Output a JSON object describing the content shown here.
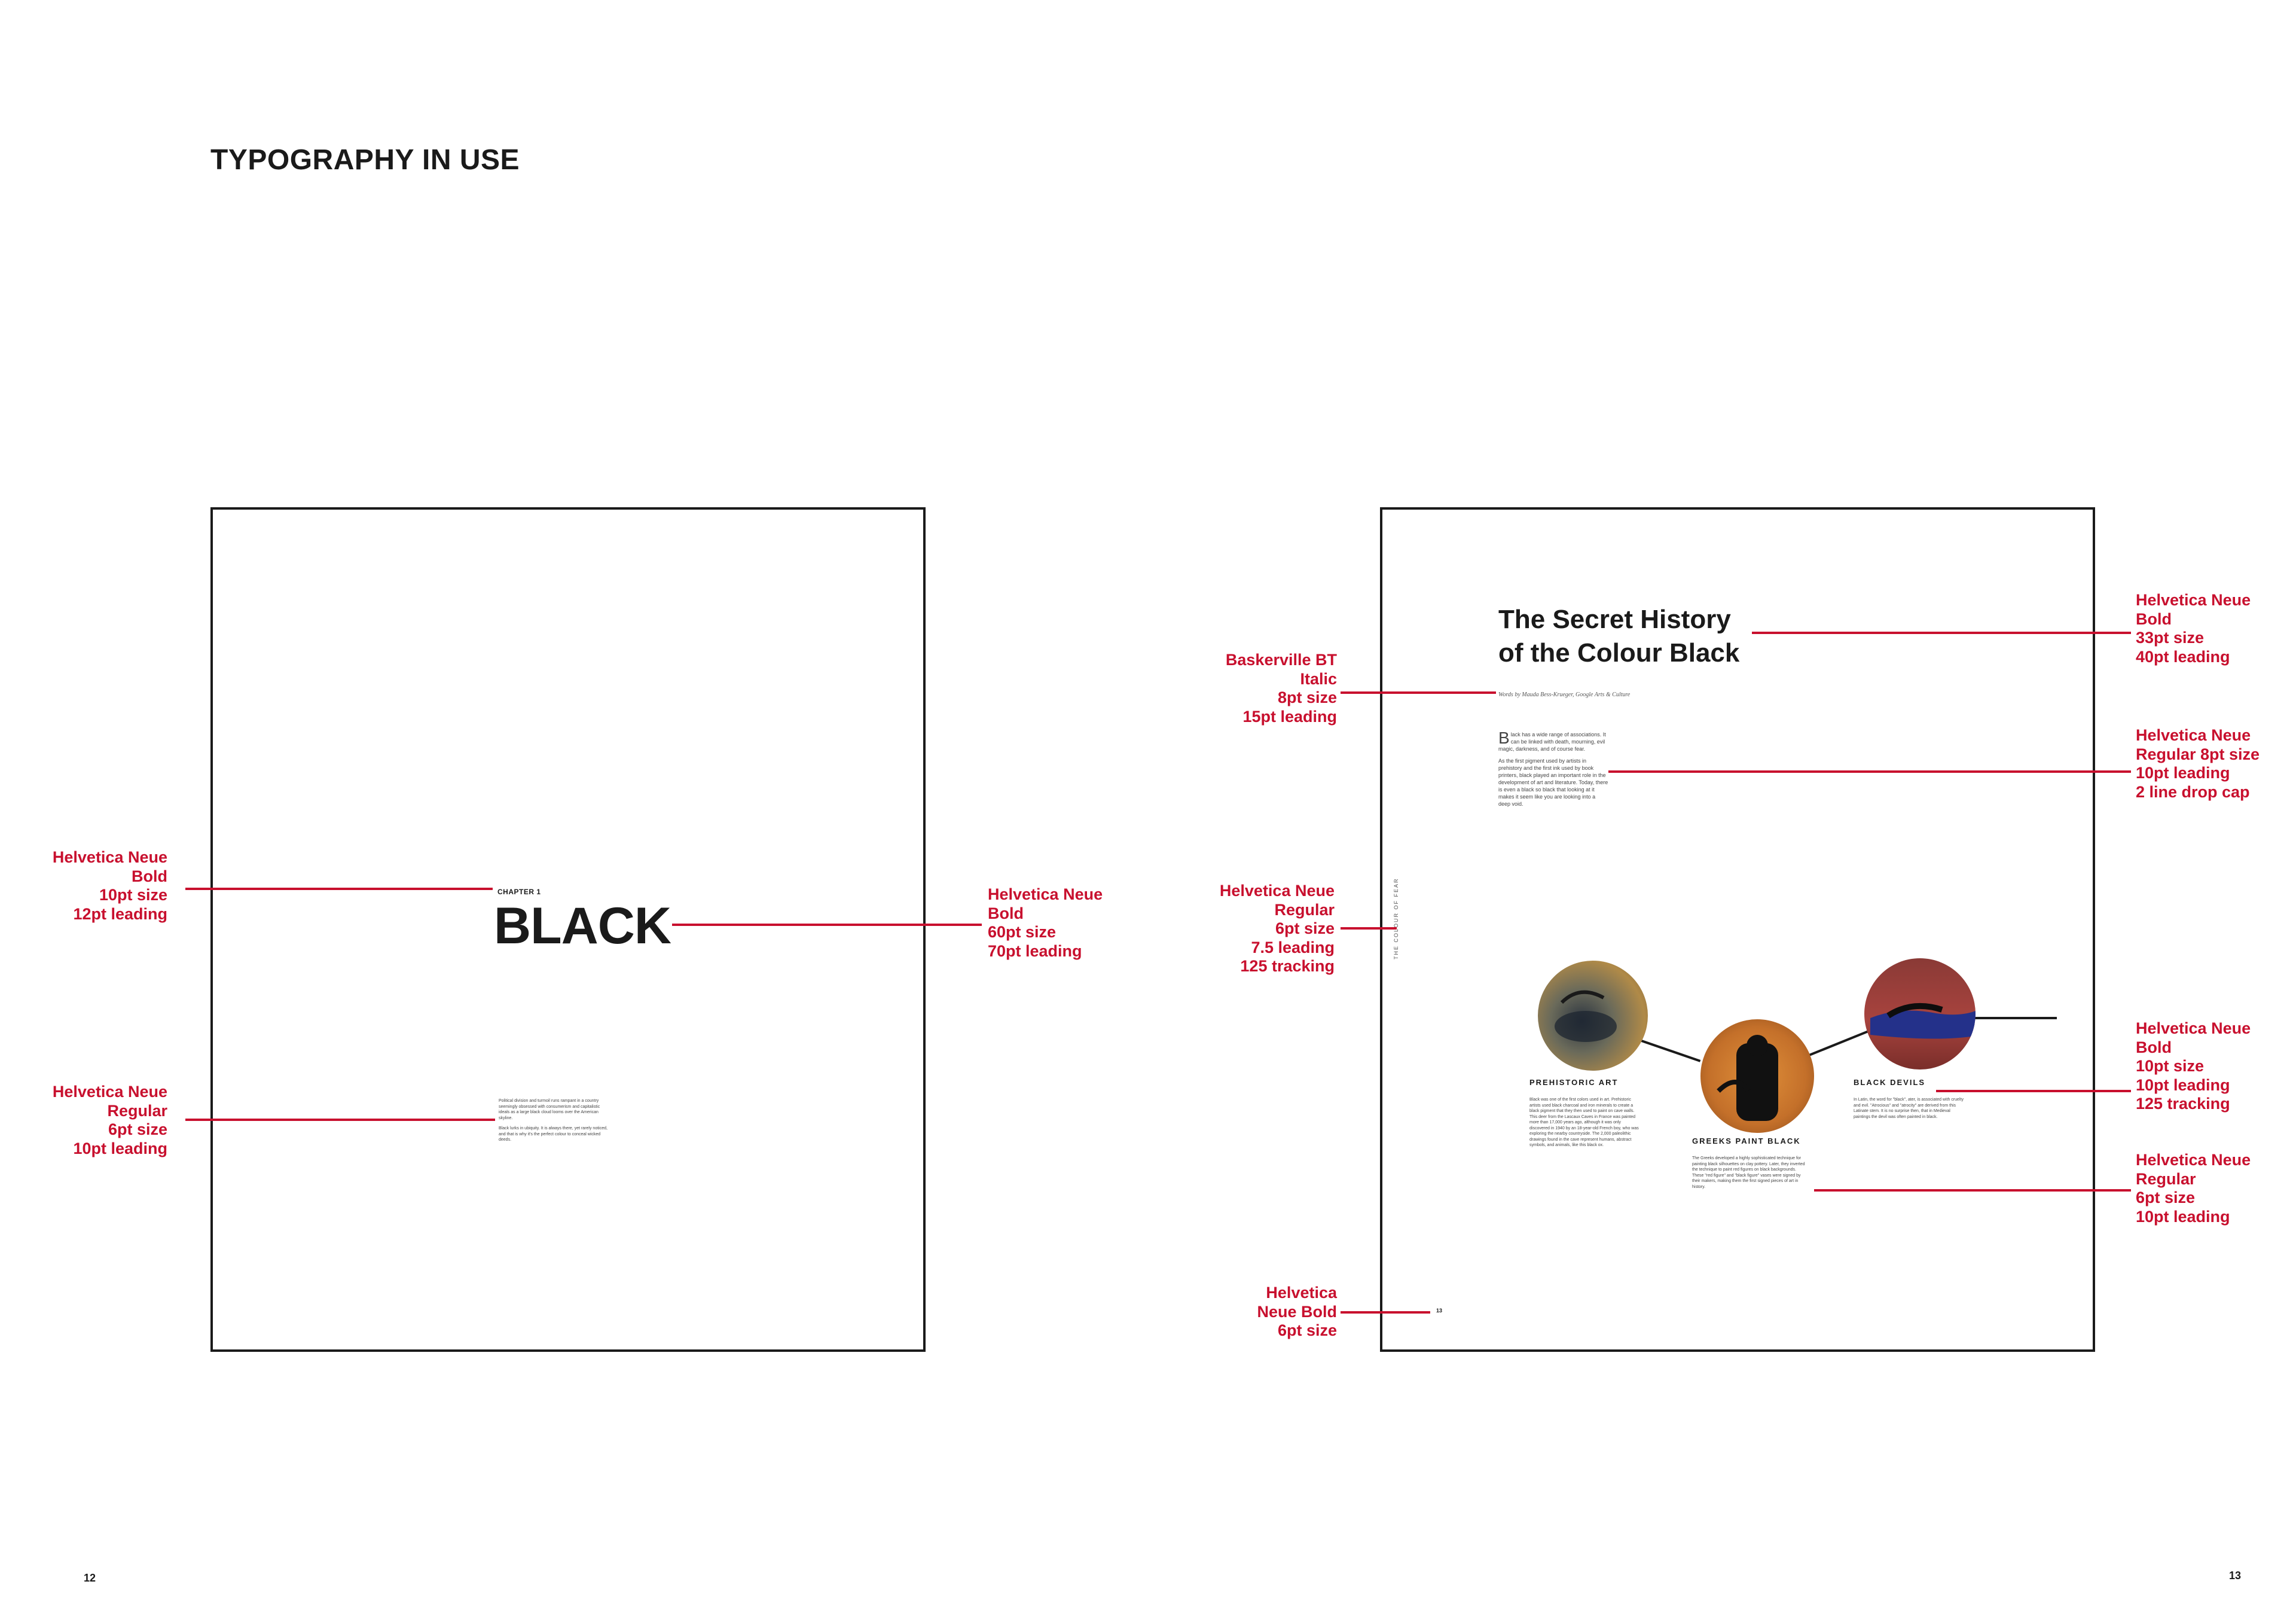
{
  "header": {
    "title": "TYPOGRAPHY IN USE"
  },
  "page_numbers": {
    "left": "12",
    "right": "13"
  },
  "left_page": {
    "chapter_label": "CHAPTER 1",
    "chapter_title": "BLACK",
    "body_p1": "Political division and turmoil runs rampant in a country seemingly obsessed with consumerism and capitalistic ideals as a large black cloud looms over the American skyline.",
    "body_p2": "Black lurks in ubiquity. It is always there, yet rarely noticed, and that is why it's the perfect colour to conceal wicked deeds."
  },
  "right_page": {
    "title_line1": "The Secret History",
    "title_line2": "of the Colour Black",
    "byline": "Words by Mauda Bess-Krueger, Google Arts & Culture",
    "dropcap": "B",
    "intro_p1": "lack has a wide range of associations. It can be linked with death, mourning, evil magic, darkness, and of course fear.",
    "intro_p2": "As the first pigment used by artists in prehistory and the first ink used by book printers, black played an important role in the development of art and literature. Today, there is even a black so black that looking at it makes it seem like you are looking into a deep void.",
    "vertical_label": "THE COLOUR OF FEAR",
    "folio": "13",
    "sections": [
      {
        "heading": "PREHISTORIC ART",
        "text": "Black was one of the first colors used in art. Prehistoric artists used black charcoal and iron minerals to create a black pigment that they then used to paint on cave walls. This deer from the Lascaux Caves in France was painted more than 17,000 years ago, although it was only discovered in 1940 by an 18-year-old French boy, who was exploring the nearby countryside. The 2,000 paleolithic drawings found in the cave represent humans, abstract symbols, and animals, like this black ox."
      },
      {
        "heading": "GREEKS PAINT BLACK",
        "text": "The Greeks developed a highly sophisticated technique for painting black silhouettes on clay pottery. Later, they inverted the technique to paint red figures on black backgrounds. These \"red figure\" and \"black figure\" vases were signed by their makers, making them the first signed pieces of art in history."
      },
      {
        "heading": "BLACK DEVILS",
        "text": "In Latin, the word for \"black\", ater, is associated with cruelty and evil. \"Atrocious\" and \"atrocity\" are derived from this Latinate stem. It is no surprise then, that in Medieval paintings the devil was often painted in black."
      }
    ]
  },
  "annotations": [
    {
      "id": "chapter-label-spec",
      "lines": [
        "Helvetica Neue",
        "Bold",
        "10pt size",
        "12pt leading"
      ]
    },
    {
      "id": "left-body-spec",
      "lines": [
        "Helvetica Neue",
        "Regular",
        "6pt size",
        "10pt leading"
      ]
    },
    {
      "id": "chapter-title-spec",
      "lines": [
        "Helvetica Neue",
        "Bold",
        "60pt size",
        "70pt leading"
      ]
    },
    {
      "id": "byline-spec",
      "lines": [
        "Baskerville BT",
        "Italic",
        "8pt size",
        "15pt leading"
      ]
    },
    {
      "id": "vertical-label-spec",
      "lines": [
        "Helvetica Neue",
        "Regular",
        "6pt size",
        "7.5 leading",
        "125 tracking"
      ]
    },
    {
      "id": "folio-spec",
      "lines": [
        "Helvetica",
        "Neue Bold",
        "6pt size"
      ]
    },
    {
      "id": "article-title-spec",
      "lines": [
        "Helvetica Neue",
        "Bold",
        "33pt size",
        "40pt leading"
      ]
    },
    {
      "id": "intro-spec",
      "lines": [
        "Helvetica Neue",
        "Regular 8pt size",
        "10pt leading",
        "2 line drop cap"
      ]
    },
    {
      "id": "section-heading-spec",
      "lines": [
        "Helvetica Neue",
        "Bold",
        "10pt size",
        "10pt leading",
        "125 tracking"
      ]
    },
    {
      "id": "section-body-spec",
      "lines": [
        "Helvetica Neue",
        "Regular",
        "6pt size",
        "10pt leading"
      ]
    }
  ],
  "colors": {
    "accent": "#c8102e",
    "ink": "#1a1a1a"
  }
}
